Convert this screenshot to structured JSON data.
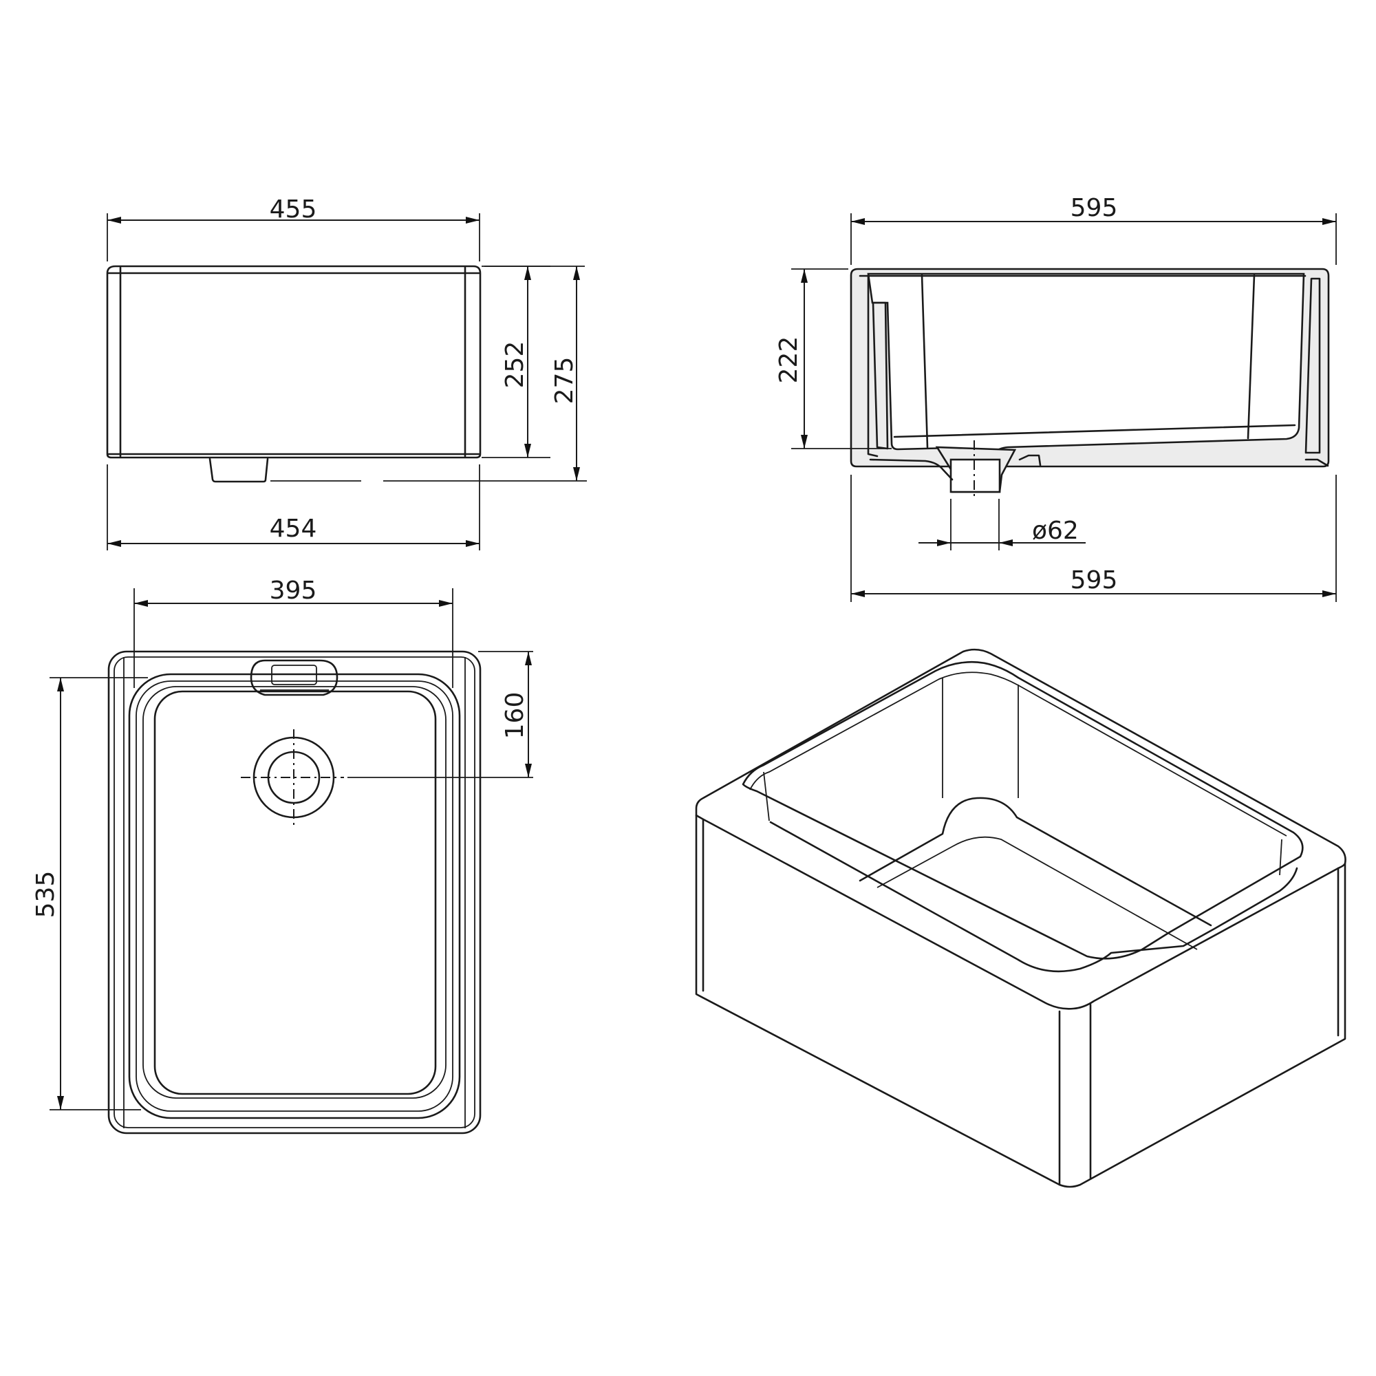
{
  "drawing": {
    "subject": "Belfast-style ceramic sink technical drawing",
    "line_color": "#1a1a1a",
    "section_fill": "#ececec",
    "background": "#ffffff"
  },
  "views": {
    "front_elevation": {
      "dims": {
        "top_width": "455",
        "bottom_width": "454",
        "body_height": "252",
        "overall_height": "275"
      }
    },
    "side_section": {
      "dims": {
        "top_length": "595",
        "bottom_length": "595",
        "inner_depth": "222",
        "waste_diameter": "ø62"
      }
    },
    "plan_view": {
      "dims": {
        "inner_width": "395",
        "inner_length": "535",
        "waste_offset": "160"
      }
    },
    "isometric_view": {
      "label": ""
    }
  }
}
